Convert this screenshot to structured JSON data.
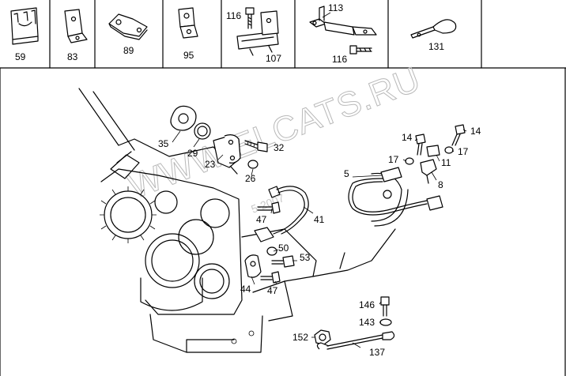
{
  "watermark": {
    "main": "WWW.ELCATS.RU",
    "small": "5-2007"
  },
  "header_cells": [
    {
      "part": "59"
    },
    {
      "part": "83"
    },
    {
      "part": "89"
    },
    {
      "part": "95"
    },
    {
      "part": "107",
      "extra": [
        "116"
      ]
    },
    {
      "part": "116",
      "extra": [
        "113"
      ]
    },
    {
      "part": "131"
    }
  ],
  "callouts": {
    "c35": "35",
    "c29": "29",
    "c23": "23",
    "c32": "32",
    "c26": "26",
    "c47a": "47",
    "c41": "41",
    "c50": "50",
    "c53": "53",
    "c44": "44",
    "c47b": "47",
    "c5": "5",
    "c14a": "14",
    "c14b": "14",
    "c17a": "17",
    "c17b": "17",
    "c11": "11",
    "c8": "8",
    "c146": "146",
    "c143": "143",
    "c152": "152",
    "c137": "137"
  }
}
